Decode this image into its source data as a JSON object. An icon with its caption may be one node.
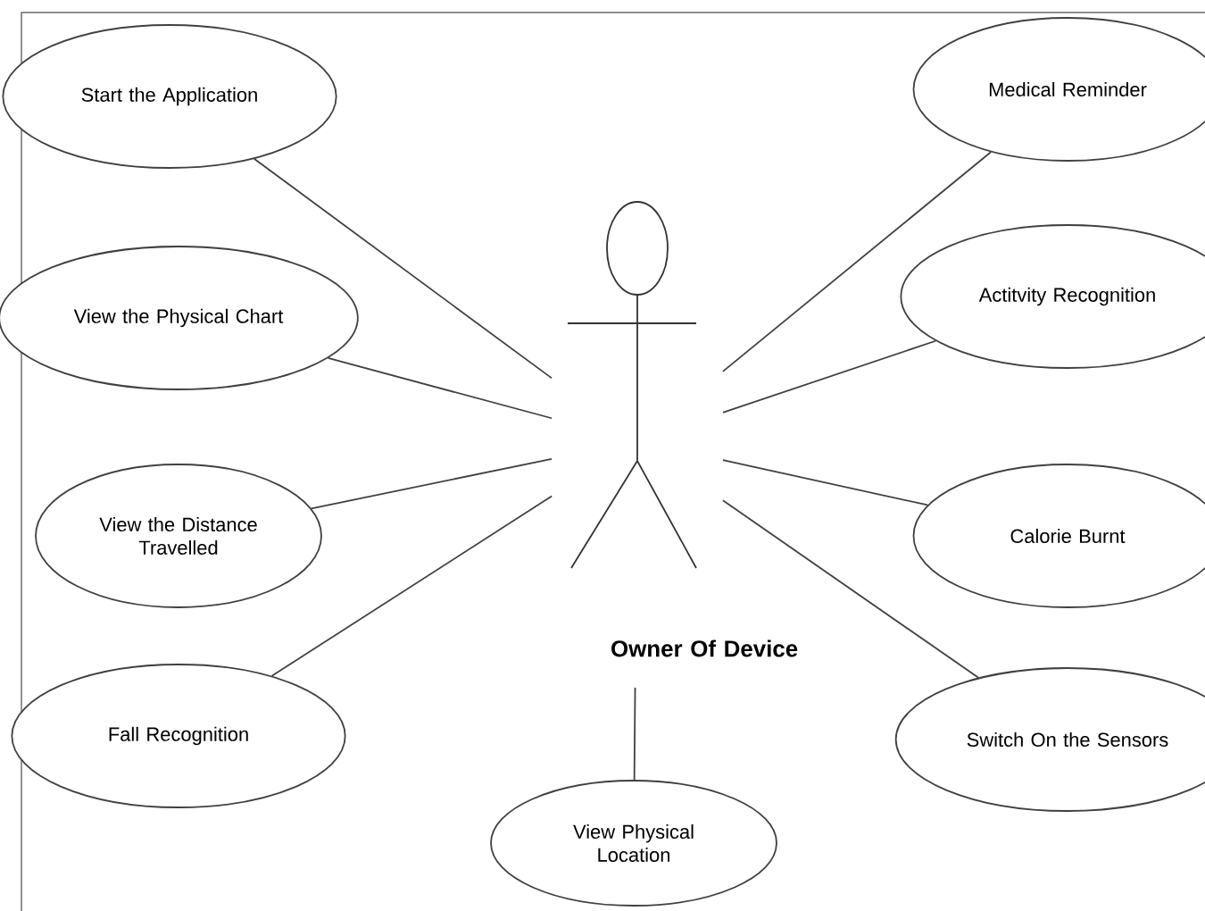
{
  "diagram": {
    "nodes": [
      {
        "text": [
          "Owner Of Device"
        ]
      },
      {
        "text": [
          "Start the Application"
        ]
      },
      {
        "text": [
          "Medical Reminder"
        ]
      },
      {
        "text": [
          "View the Physical Chart"
        ]
      },
      {
        "text": [
          "Actitvity Recognition"
        ]
      },
      {
        "text": [
          "View the Distance Travelled"
        ]
      },
      {
        "text": [
          "Calorie Burnt"
        ]
      },
      {
        "text": [
          "Fall Recognition"
        ]
      },
      {
        "text": [
          "Switch On the Sensors"
        ]
      },
      {
        "text": [
          "View Physical Location"
        ]
      }
    ],
    "edges": [
      {
        "from": 1,
        "to": 0,
        "arrow": "none"
      },
      {
        "from": 2,
        "to": 0,
        "arrow": "none"
      },
      {
        "from": 3,
        "to": 0,
        "arrow": "none"
      },
      {
        "from": 4,
        "to": 0,
        "arrow": "none"
      },
      {
        "from": 5,
        "to": 0,
        "arrow": "none"
      },
      {
        "from": 6,
        "to": 0,
        "arrow": "none"
      },
      {
        "from": 7,
        "to": 0,
        "arrow": "none"
      },
      {
        "from": 8,
        "to": 0,
        "arrow": "none"
      },
      {
        "from": 9,
        "to": 0,
        "arrow": "none"
      }
    ]
  }
}
